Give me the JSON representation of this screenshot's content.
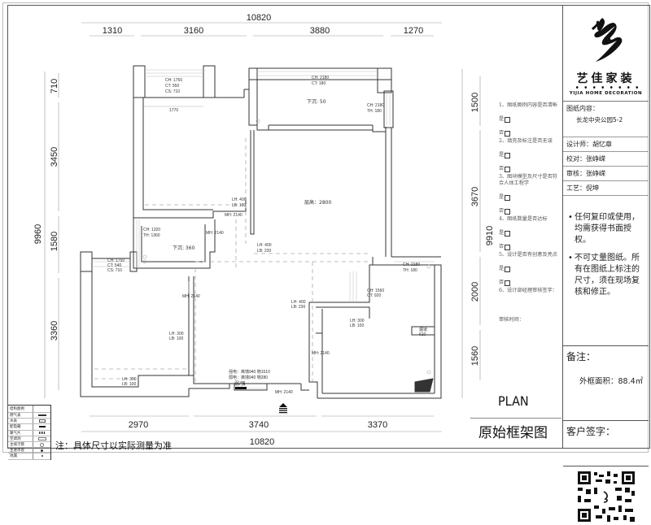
{
  "plan": {
    "title": "PLAN",
    "subtitle": "原始框架图",
    "note": "注：具体尺寸以实际测量为准",
    "dimensions": {
      "top_total": "10820",
      "top_segments": [
        "1310",
        "3160",
        "3880",
        "1270"
      ],
      "bottom_total": "10820",
      "bottom_segments": [
        "2970",
        "3740",
        "3370"
      ],
      "left_total": "9960",
      "left_segments": [
        "710",
        "3450",
        "1580",
        "3360"
      ],
      "right_total": "9910",
      "right_segments": [
        "1500",
        "3670",
        "2000",
        "1560"
      ]
    },
    "annotations": {
      "balcony_nw": [
        "CH: 1750",
        "CT: 550",
        "CS: 710"
      ],
      "bedroom_nw_width": "1770",
      "balcony_n": [
        "CH: 2180",
        "CT: 180"
      ],
      "balcony_n_drop": "下沉: 50",
      "balcony_n_side": [
        "CH: 2180",
        "TH: 180"
      ],
      "beam_1": [
        "LH: 400",
        "LB: 100"
      ],
      "door_1": "MH: 2140",
      "living_height": "层高：2800",
      "bathroom_win": [
        "CH: 1320",
        "TH: 1360"
      ],
      "bathroom_door": "MH: 2140",
      "bathroom_drop": "下沉: 360",
      "beam_2": [
        "LH: 400",
        "LB: 230"
      ],
      "balcony_sw": [
        "CH: 1750",
        "CT: 540",
        "CS: 710"
      ],
      "door_sw": "MH: 2140",
      "beam_sw": [
        "LH: 300",
        "LB: 100"
      ],
      "beam_sw_low": [
        "LH: 300",
        "LB: 100"
      ],
      "beam_center": [
        "LH: 400",
        "LB: 230"
      ],
      "electric": [
        "强电：离墙940 物1510",
        "弱电：离墙940 物280"
      ],
      "electric_label": "弱/强",
      "entry_door": "MH: 2140",
      "kitchen_win": [
        "CH: 1560",
        "CT: 920"
      ],
      "balcony_se": [
        "CH: 2180",
        "TH: 180"
      ],
      "beam_se": [
        "LH: 300",
        "LB: 100"
      ],
      "door_se": "MH: 2140",
      "shaft": [
        "烟道",
        "610"
      ]
    },
    "legend": {
      "title": "结构图例",
      "items": [
        "燃气表",
        "水表",
        "配电箱",
        "暖气片",
        "空调洞",
        "主排污管",
        "主进水管",
        "地漏"
      ]
    }
  },
  "checklist": {
    "items": [
      {
        "question": "1、图纸图例内容是否清晰",
        "yes": "是",
        "no": "否"
      },
      {
        "question": "2、填充及标注是否无误",
        "yes": "是",
        "no": "否"
      },
      {
        "question": "3、图块模型及尺寸是否符合人体工程学",
        "yes": "是",
        "no": "否"
      },
      {
        "question": "4、图纸数量是否达标",
        "yes": "是",
        "no": "否"
      },
      {
        "question": "5、设计是否有创意及亮点",
        "yes": "是",
        "no": "否"
      }
    ],
    "manager_sign": "6、设计部经理审核签字：",
    "review_time": "审核时间："
  },
  "title_block": {
    "brand_cn": "艺佳家装",
    "brand_en": "YIJIA HOME DECORATION",
    "content_label": "图纸内容：",
    "content_value": "长龙中央公园5-2",
    "designer": "设计师：胡忆章",
    "proofreader": "校对：张峥嵘",
    "reviewer": "审核：张峥嵘",
    "craft": "工艺：倪坤",
    "notice_1": "任何复印或使用，均需获得书面授权。",
    "notice_2": "不可丈量图纸。所有在图纸上标注的尺寸，须在现场复核和修正。",
    "remark_label": "备注：",
    "area": "外框面积：88.4㎡",
    "signature_label": "客户签字："
  }
}
